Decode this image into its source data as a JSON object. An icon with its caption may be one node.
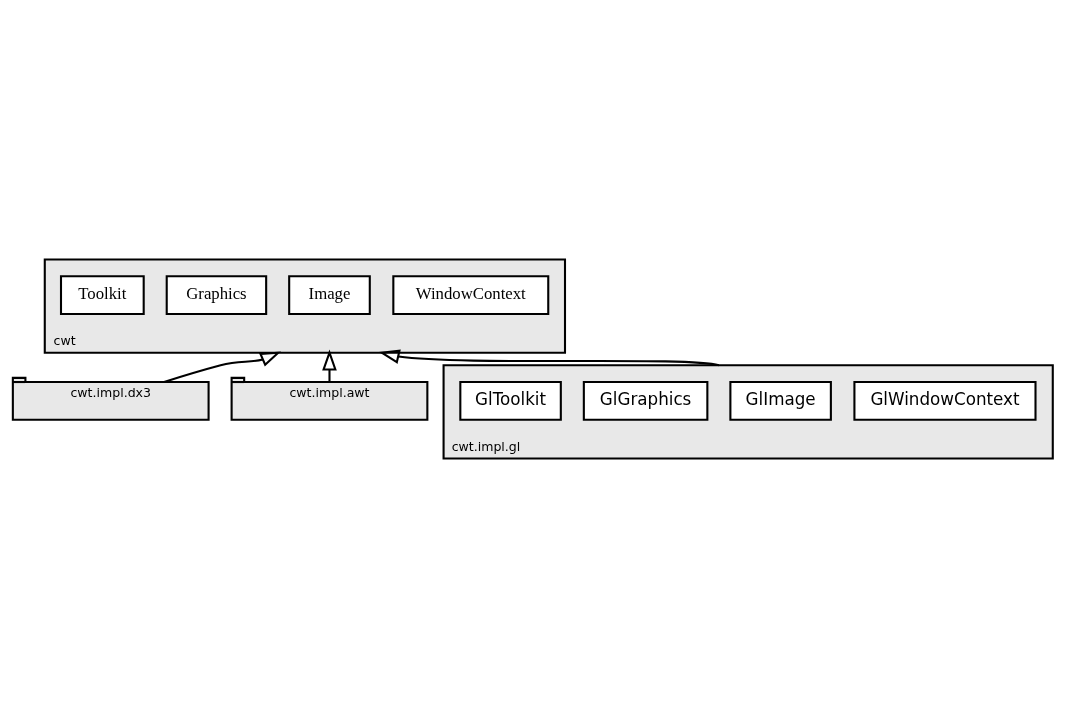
{
  "diagram": {
    "nodes": [
      {
        "text": [
          "cwt"
        ]
      },
      {
        "text": [
          "Toolkit"
        ],
        "in": 0
      },
      {
        "text": [
          "Graphics"
        ],
        "in": 0
      },
      {
        "text": [
          "Image"
        ],
        "in": 0
      },
      {
        "text": [
          "WindowContext"
        ],
        "in": 0
      },
      {
        "text": [
          "cwt.impl.dx3"
        ]
      },
      {
        "text": [
          "cwt.impl.awt"
        ]
      },
      {
        "text": [
          "cwt.impl.gl"
        ]
      },
      {
        "text": [
          "GlToolkit"
        ],
        "in": 7
      },
      {
        "text": [
          "GlGraphics"
        ],
        "in": 7
      },
      {
        "text": [
          "GlImage"
        ],
        "in": 7
      },
      {
        "text": [
          "GlWindowContext"
        ],
        "in": 7
      }
    ],
    "edges": [
      {
        "from": 7,
        "to": 0,
        "arrow": "to"
      },
      {
        "from": 6,
        "to": 0,
        "arrow": "to"
      },
      {
        "from": 5,
        "to": 0,
        "arrow": "to"
      }
    ]
  }
}
